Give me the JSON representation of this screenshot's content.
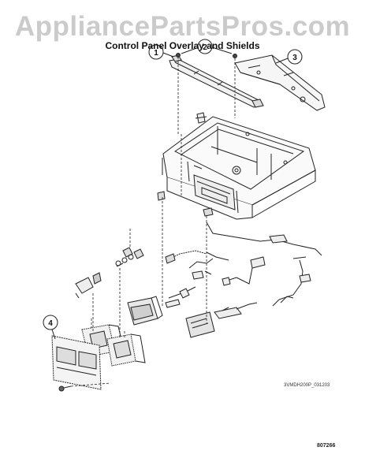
{
  "watermark": "AppliancePartsPros.com",
  "title": "Control Panel Overlay and Shields",
  "callouts": {
    "c1": "1",
    "c2": "2",
    "c3": "3",
    "c4": "4"
  },
  "part_code": "3VMDH200P_031203",
  "page_number": "807266"
}
